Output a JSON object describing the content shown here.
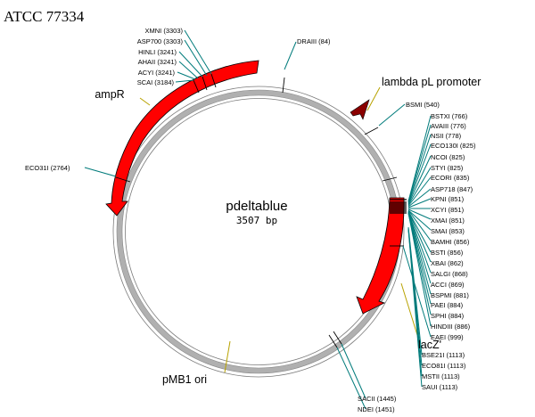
{
  "title": "ATCC 77334",
  "plasmid": {
    "name": "pdeltablue",
    "size": "3507 bp"
  },
  "colors": {
    "feature": "#ff0000",
    "promoter": "#8b0000",
    "enzyme_line": "#007b7b",
    "feature_line": "#b8a200",
    "backbone": "#b0b0b0"
  },
  "features": [
    {
      "name": "ampR"
    },
    {
      "name": "lambda pL promoter"
    },
    {
      "name": "lacZ'"
    },
    {
      "name": "pMB1 ori"
    }
  ],
  "sites": [
    {
      "label": "XMNI (3303)"
    },
    {
      "label": "ASP700 (3303)"
    },
    {
      "label": "HINLI (3241)"
    },
    {
      "label": "AHAII (3241)"
    },
    {
      "label": "ACYI (3241)"
    },
    {
      "label": "SCAI (3184)"
    },
    {
      "label": "DRAIII (84)"
    },
    {
      "label": "BSMI (540)"
    },
    {
      "label": "BSTXI (766)"
    },
    {
      "label": "AVAIII (776)"
    },
    {
      "label": "NSII (778)"
    },
    {
      "label": "ECO130I (825)"
    },
    {
      "label": "NCOI (825)"
    },
    {
      "label": "STYI (825)"
    },
    {
      "label": "ECORI (835)"
    },
    {
      "label": "ASP718 (847)"
    },
    {
      "label": "KPNI (851)"
    },
    {
      "label": "XCYI (851)"
    },
    {
      "label": "XMAI (851)"
    },
    {
      "label": "SMAI (853)"
    },
    {
      "label": "BAMHI (856)"
    },
    {
      "label": "BSTI (856)"
    },
    {
      "label": "XBAI (862)"
    },
    {
      "label": "SALGI (868)"
    },
    {
      "label": "ACCI (869)"
    },
    {
      "label": "BSPMI (881)"
    },
    {
      "label": "PAEI (884)"
    },
    {
      "label": "SPHI (884)"
    },
    {
      "label": "HINDIII (886)"
    },
    {
      "label": "EAEI (999)"
    },
    {
      "label": "BSE21I (1113)"
    },
    {
      "label": "ECO81I (1113)"
    },
    {
      "label": "MSTII (1113)"
    },
    {
      "label": "SAUI (1113)"
    },
    {
      "label": "SACII (1445)"
    },
    {
      "label": "NDEI (1451)"
    },
    {
      "label": "ECO31I (2764)"
    }
  ]
}
